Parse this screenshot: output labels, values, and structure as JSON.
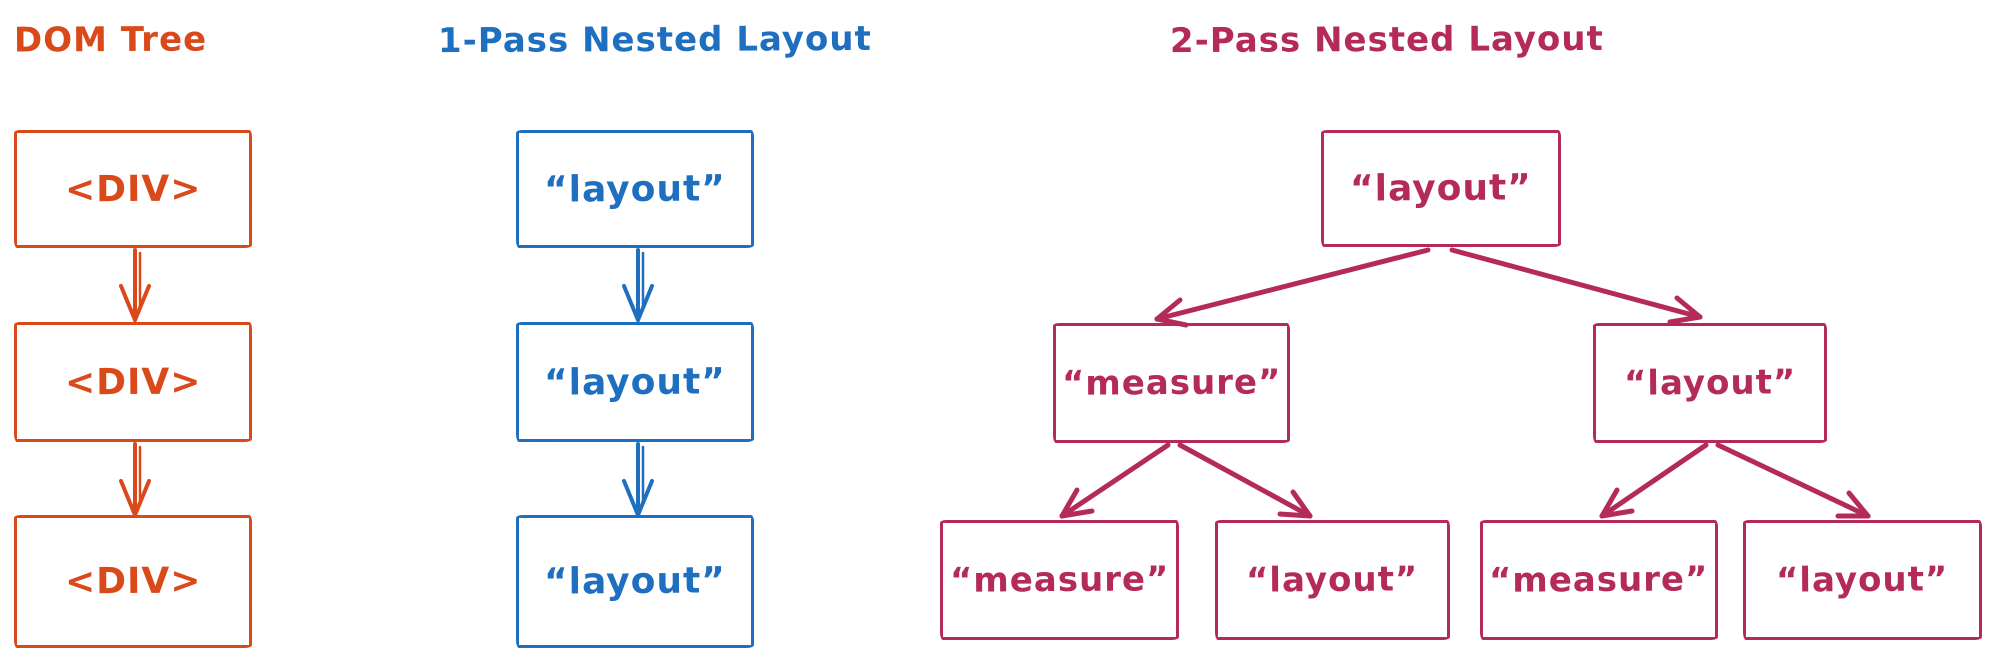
{
  "palette": {
    "orange": "#d9491a",
    "blue": "#1e6fc0",
    "pink": "#b42a5b",
    "background": "#ffffff"
  },
  "dom_tree": {
    "title": "DOM Tree",
    "nodes": [
      "<DIV>",
      "<DIV>",
      "<DIV>"
    ]
  },
  "one_pass": {
    "title": "1-Pass Nested Layout",
    "nodes": [
      "“layout”",
      "“layout”",
      "“layout”"
    ]
  },
  "two_pass": {
    "title": "2-Pass Nested Layout",
    "root": "“layout”",
    "children": [
      "“measure”",
      "“layout”"
    ],
    "grandchildren": [
      "“measure”",
      "“layout”",
      "“measure”",
      "“layout”"
    ]
  }
}
